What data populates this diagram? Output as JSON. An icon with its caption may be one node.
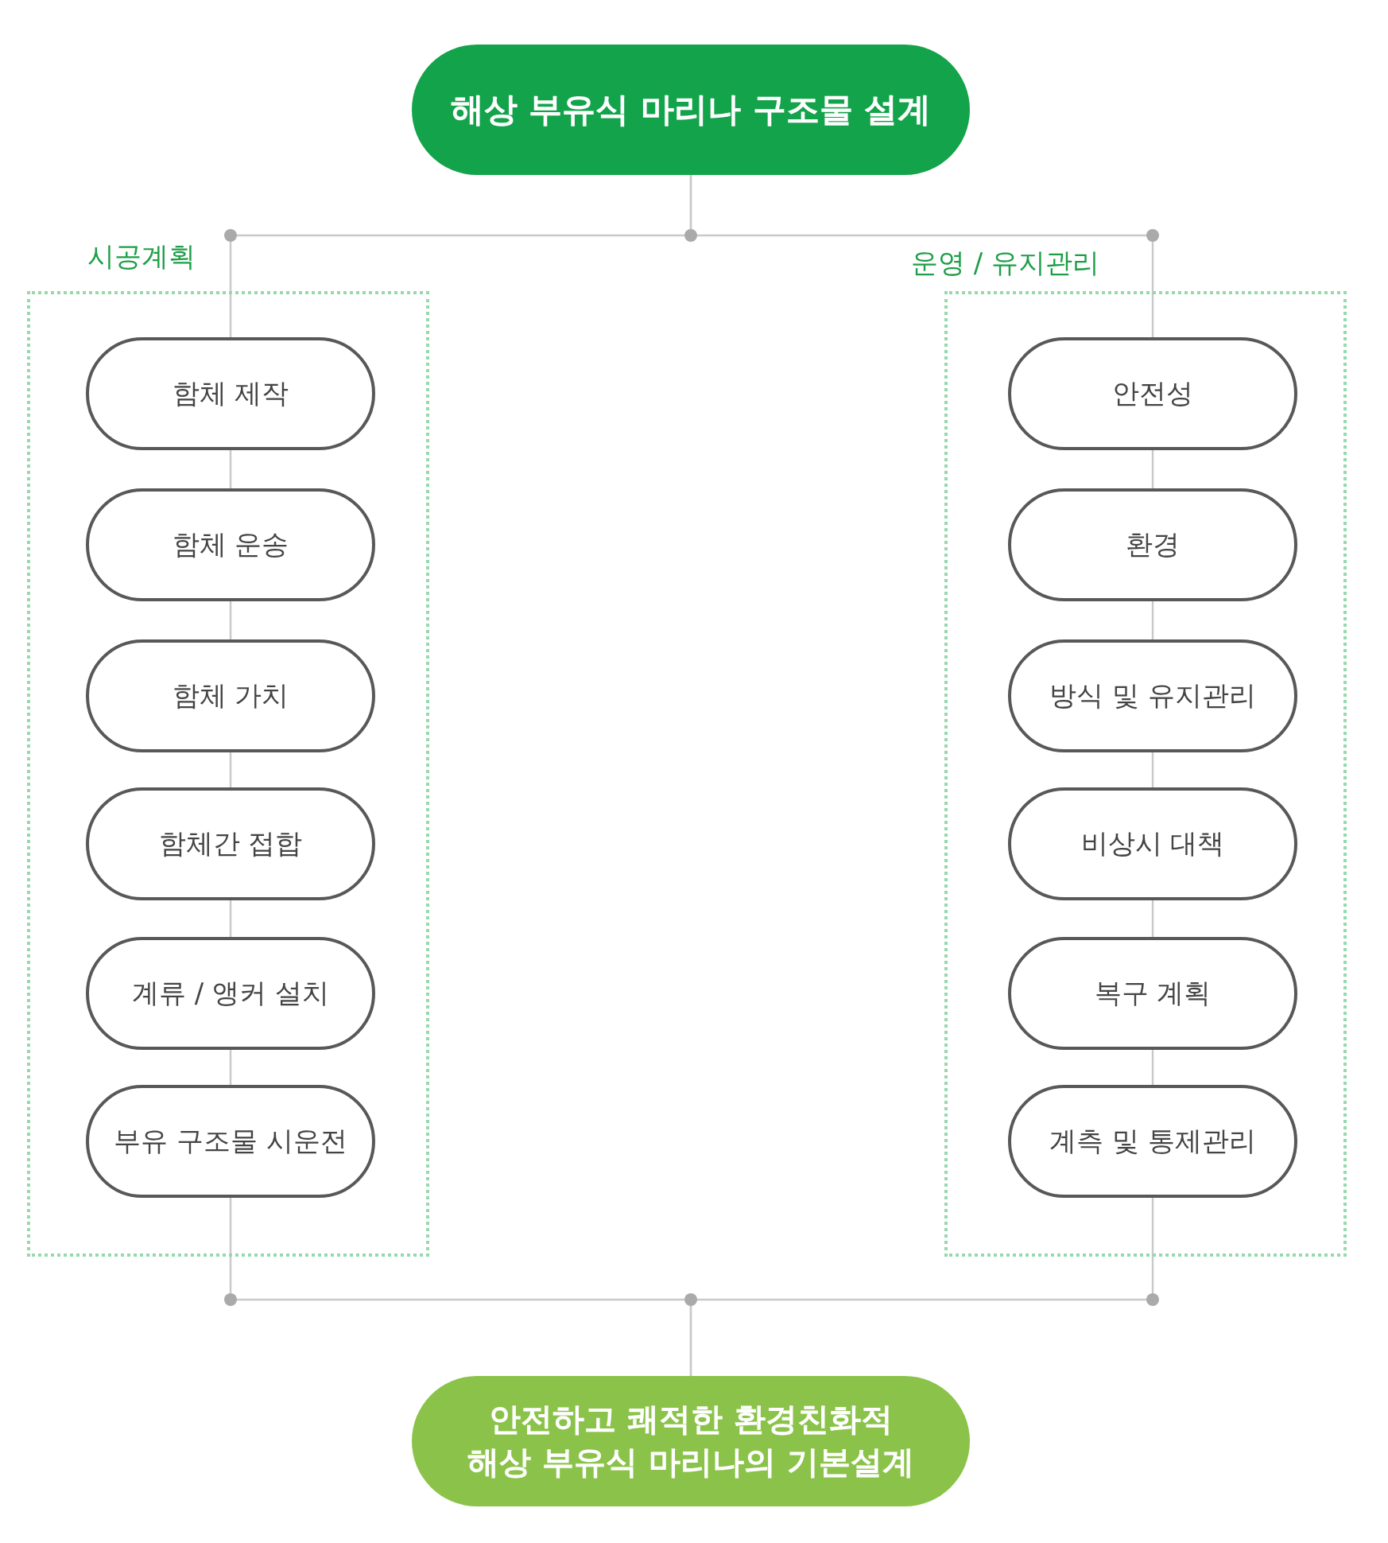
{
  "diagram": {
    "nodes": [
      {
        "text": [
          "해상 부유식 마리나 구조물 설계"
        ]
      },
      {
        "text": [
          "시공계획"
        ]
      },
      {
        "text": [
          "함체 제작"
        ],
        "in": 1
      },
      {
        "text": [
          "함체 운송"
        ],
        "in": 1
      },
      {
        "text": [
          "함체 가치"
        ],
        "in": 1
      },
      {
        "text": [
          "함체간 접합"
        ],
        "in": 1
      },
      {
        "text": [
          "계류 / 앵커 설치"
        ],
        "in": 1
      },
      {
        "text": [
          "부유 구조물 시운전"
        ],
        "in": 1
      },
      {
        "text": [
          "운영 / 유지관리"
        ]
      },
      {
        "text": [
          "안전성"
        ],
        "in": 8
      },
      {
        "text": [
          "환경"
        ],
        "in": 8
      },
      {
        "text": [
          "방식 및 유지관리"
        ],
        "in": 8
      },
      {
        "text": [
          "비상시 대책"
        ],
        "in": 8
      },
      {
        "text": [
          "복구 계획"
        ],
        "in": 8
      },
      {
        "text": [
          "계측 및 통제관리"
        ],
        "in": 8
      },
      {
        "text": [
          "안전하고 쾌적한 환경친화적 해상 부유식 마리나의 기본설계"
        ]
      }
    ],
    "edges": [
      {
        "from": 0,
        "to": 2,
        "arrow": "none"
      },
      {
        "from": 0,
        "to": 9,
        "arrow": "none"
      },
      {
        "from": 2,
        "to": 3,
        "arrow": "none"
      },
      {
        "from": 3,
        "to": 4,
        "arrow": "none"
      },
      {
        "from": 4,
        "to": 5,
        "arrow": "none"
      },
      {
        "from": 5,
        "to": 6,
        "arrow": "none"
      },
      {
        "from": 6,
        "to": 7,
        "arrow": "none"
      },
      {
        "from": 9,
        "to": 10,
        "arrow": "none"
      },
      {
        "from": 10,
        "to": 11,
        "arrow": "none"
      },
      {
        "from": 11,
        "to": 12,
        "arrow": "none"
      },
      {
        "from": 12,
        "to": 13,
        "arrow": "none"
      },
      {
        "from": 13,
        "to": 14,
        "arrow": "none"
      },
      {
        "from": 7,
        "to": 15,
        "arrow": "none"
      },
      {
        "from": 14,
        "to": 15,
        "arrow": "none"
      }
    ]
  }
}
